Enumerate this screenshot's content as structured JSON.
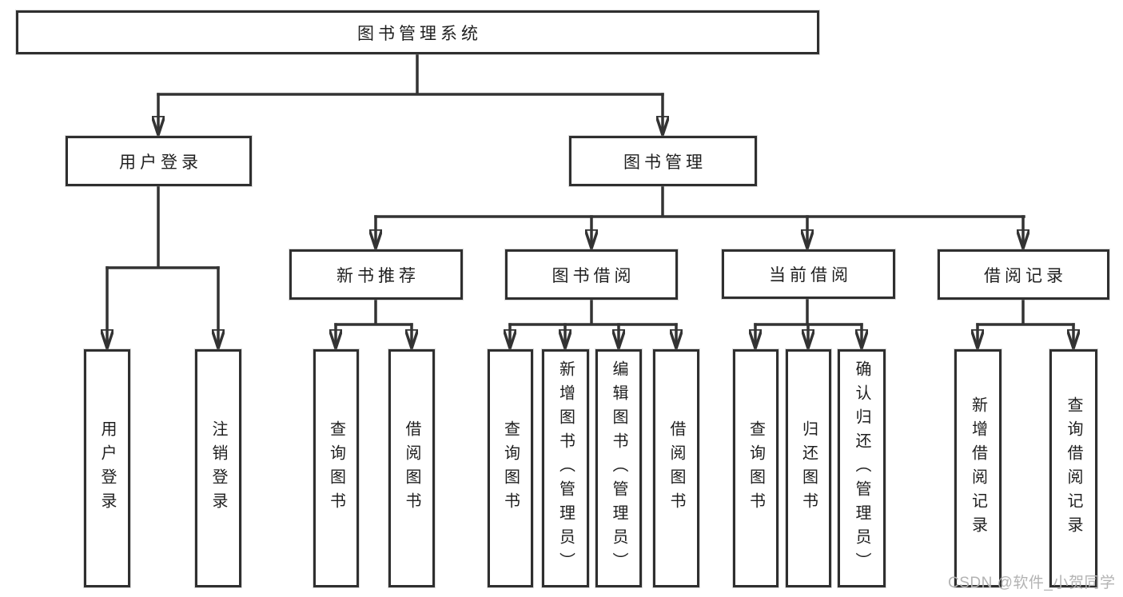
{
  "nodes": {
    "root": "图书管理系统",
    "user_login": "用户登录",
    "book_mgmt": "图书管理",
    "new_book_rec": "新书推荐",
    "book_borrow": "图书借阅",
    "current_borrow": "当前借阅",
    "borrow_records": "借阅记录",
    "leaf_user_login": "用户登录",
    "leaf_logout": "注销登录",
    "leaf_nb_query": "查询图书",
    "leaf_nb_borrow": "借阅图书",
    "leaf_bb_query": "查询图书",
    "leaf_bb_add": "新增图书（管理员）",
    "leaf_bb_edit": "编辑图书（管理员）",
    "leaf_bb_borrow": "借阅图书",
    "leaf_cb_query": "查询图书",
    "leaf_cb_return": "归还图书",
    "leaf_cb_confirm": "确认归还（管理员）",
    "leaf_br_add": "新增借阅记录",
    "leaf_br_query": "查询借阅记录"
  },
  "watermark": "CSDN @软件_小贺同学",
  "colors": {
    "line": "#333333",
    "border": "#2f2f2f",
    "text": "#1f1f1f",
    "watermark": "#b3b3b3",
    "background": "#ffffff"
  }
}
